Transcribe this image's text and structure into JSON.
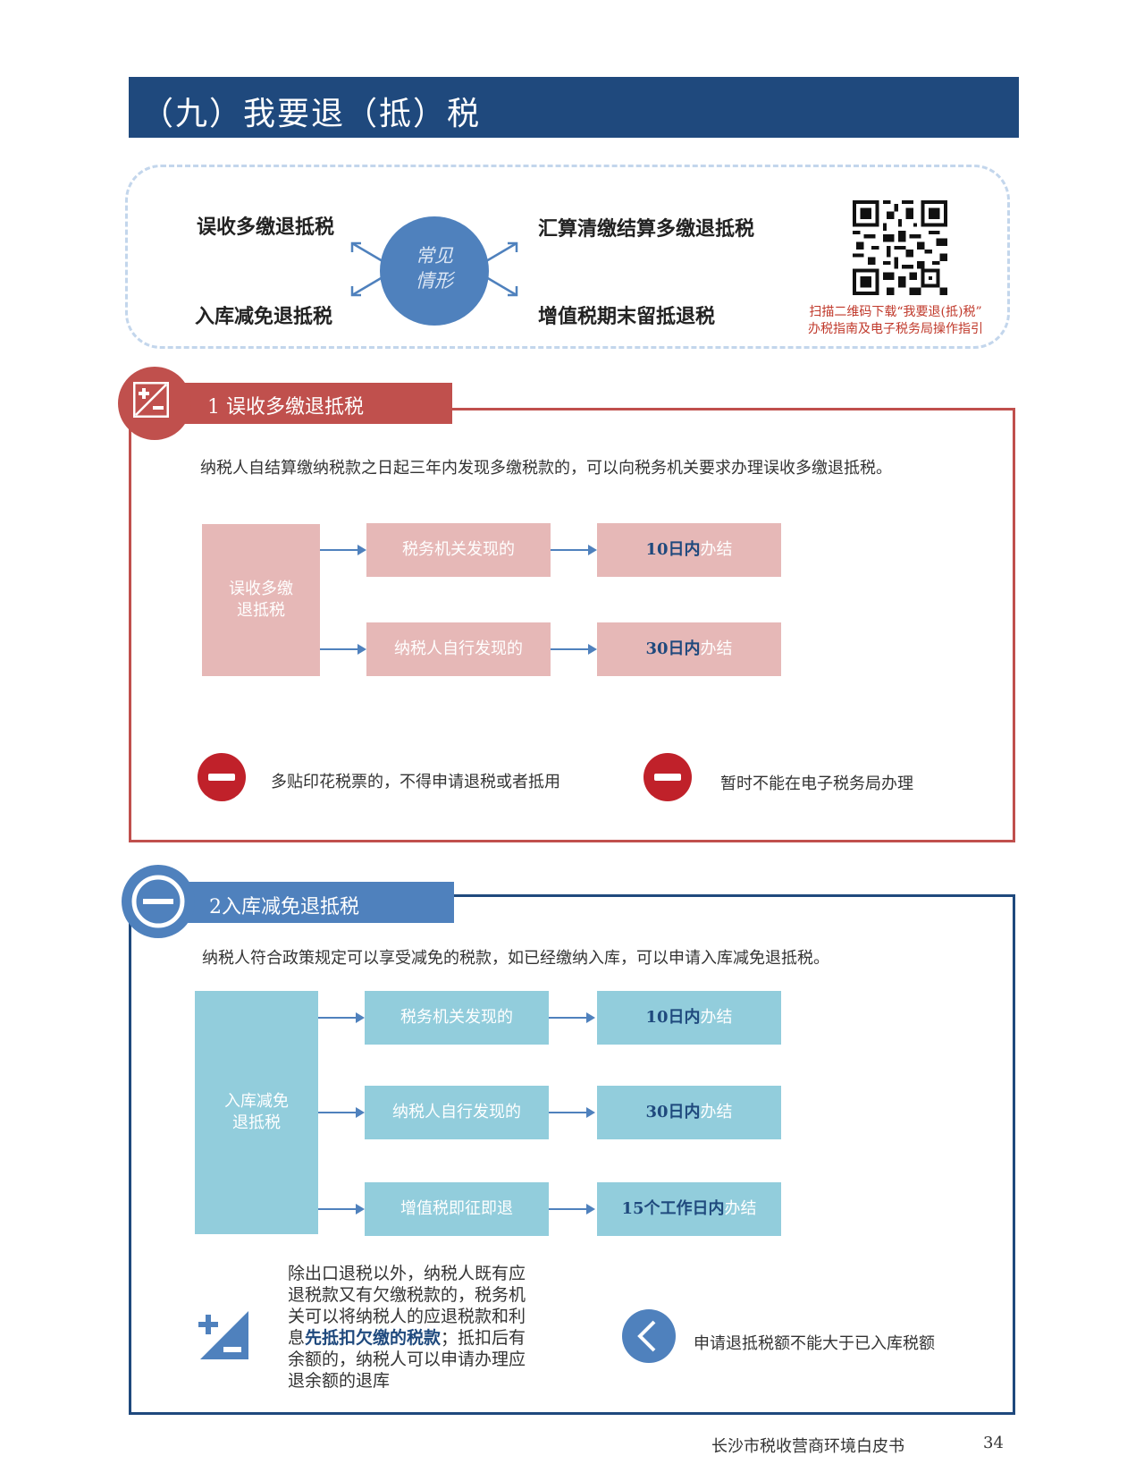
{
  "header": {
    "title": "（九）我要退（抵）税"
  },
  "cases": {
    "center_line1": "常见",
    "center_line2": "情形",
    "items": [
      "误收多缴退抵税",
      "入库减免退抵税",
      "汇算清缴结算多缴退抵税",
      "增值税期末留抵退税"
    ],
    "qr_caption_line1": "扫描二维码下载“我要退(抵)税”",
    "qr_caption_line2": "办税指南及电子税务局操作指引"
  },
  "section1": {
    "tab_label": "1  误收多缴退抵税",
    "intro": "纳税人自结算缴纳税款之日起三年内发现多缴税款的，可以向税务机关要求办理误收多缴退抵税。",
    "root_line1": "误收多缴",
    "root_line2": "退抵税",
    "flows": [
      {
        "source": "税务机关发现的",
        "deadline_num": "10日内",
        "deadline_rest": "办结"
      },
      {
        "source": "纳税人自行发现的",
        "deadline_num": "30日内",
        "deadline_rest": "办结"
      }
    ],
    "notes": [
      "多贴印花税票的，不得申请退税或者抵用",
      "暂时不能在电子税务局办理"
    ],
    "colors": {
      "frame": "#c0504d",
      "box": "#e6b8b7",
      "no_icon": "#c0212a"
    }
  },
  "section2": {
    "tab_label": "2入库减免退抵税",
    "intro": "纳税人符合政策规定可以享受减免的税款，如已经缴纳入库，可以申请入库减免退抵税。",
    "root_line1": "入库减免",
    "root_line2": "退抵税",
    "flows": [
      {
        "source": "税务机关发现的",
        "deadline_num": "10日内",
        "deadline_rest": "办结"
      },
      {
        "source": "纳税人自行发现的",
        "deadline_num": "30日内",
        "deadline_rest": "办结"
      },
      {
        "source": "增值税即征即退",
        "deadline_num": "15个工作日内",
        "deadline_rest": "办结"
      }
    ],
    "offset_text_pre": "除出口退税以外，纳税人既有应退税款又有欠缴税款的，税务机关可以将纳税人的应退税款和利息",
    "offset_text_highlight": "先抵扣欠缴的税款",
    "offset_text_post": "；抵扣后有余额的，纳税人可以申请办理应退余额的退库",
    "limit_note": "申请退抵税额不能大于已入库税额",
    "colors": {
      "frame": "#1f497d",
      "box": "#92cddc",
      "accent": "#4f81bd"
    }
  },
  "footer": {
    "title": "长沙市税收营商环境白皮书",
    "page": "34"
  }
}
